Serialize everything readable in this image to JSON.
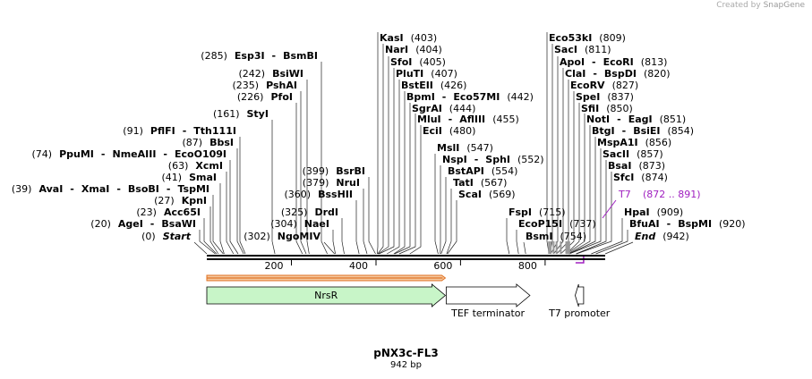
{
  "watermark": {
    "prefix": "Created by",
    "brand": "SnapGene"
  },
  "plasmid": {
    "name": "pNX3c-FL3",
    "length_label": "942 bp"
  },
  "colors": {
    "nrsr_fill": "#c8f5c8",
    "orf_fill": "#f5c9a0",
    "orf_stroke": "#e07020",
    "t7_purple": "#a020c0"
  },
  "ruler": {
    "total": 942,
    "ticks": [
      "200",
      "400",
      "600",
      "800"
    ]
  },
  "features": [
    {
      "name": "NrsR",
      "start": 1,
      "end": 564,
      "direction": "right",
      "label_position": "inside"
    },
    {
      "name": "TEF terminator",
      "start": 567,
      "end": 764,
      "direction": "right",
      "label_position": "below"
    },
    {
      "name": "T7 promoter",
      "start": 872,
      "end": 891,
      "direction": "left",
      "label_position": "below"
    }
  ],
  "orf": {
    "start": 1,
    "end": 564
  },
  "sites": [
    {
      "pos": 0,
      "pos_label": "(0)",
      "parts": [
        "Start"
      ],
      "style": "start"
    },
    {
      "pos": 20,
      "pos_label": "(20)",
      "parts": [
        "AgeI",
        "BsaWI"
      ]
    },
    {
      "pos": 23,
      "pos_label": "(23)",
      "parts": [
        "Acc65I"
      ]
    },
    {
      "pos": 27,
      "pos_label": "(27)",
      "parts": [
        "KpnI"
      ]
    },
    {
      "pos": 39,
      "pos_label": "(39)",
      "parts": [
        "AvaI",
        "XmaI",
        "BsoBI",
        "TspMI"
      ]
    },
    {
      "pos": 41,
      "pos_label": "(41)",
      "parts": [
        "SmaI"
      ]
    },
    {
      "pos": 63,
      "pos_label": "(63)",
      "parts": [
        "XcmI"
      ]
    },
    {
      "pos": 74,
      "pos_label": "(74)",
      "parts": [
        "PpuMI",
        "NmeAIII",
        "EcoO109I"
      ]
    },
    {
      "pos": 87,
      "pos_label": "(87)",
      "parts": [
        "BbsI"
      ]
    },
    {
      "pos": 91,
      "pos_label": "(91)",
      "parts": [
        "PflFI",
        "Tth111I"
      ]
    },
    {
      "pos": 161,
      "pos_label": "(161)",
      "parts": [
        "StyI"
      ]
    },
    {
      "pos": 226,
      "pos_label": "(226)",
      "parts": [
        "PfoI"
      ]
    },
    {
      "pos": 235,
      "pos_label": "(235)",
      "parts": [
        "PshAI"
      ]
    },
    {
      "pos": 242,
      "pos_label": "(242)",
      "parts": [
        "BsiWI"
      ]
    },
    {
      "pos": 285,
      "pos_label": "(285)",
      "parts": [
        "Esp3I",
        "BsmBI"
      ]
    },
    {
      "pos": 302,
      "pos_label": "(302)",
      "parts": [
        "NgoMIV"
      ]
    },
    {
      "pos": 304,
      "pos_label": "(304)",
      "parts": [
        "NaeI"
      ]
    },
    {
      "pos": 325,
      "pos_label": "(325)",
      "parts": [
        "DrdI"
      ]
    },
    {
      "pos": 360,
      "pos_label": "(360)",
      "parts": [
        "BssHII"
      ]
    },
    {
      "pos": 379,
      "pos_label": "(379)",
      "parts": [
        "NruI"
      ]
    },
    {
      "pos": 399,
      "pos_label": "(399)",
      "parts": [
        "BsrBI"
      ]
    },
    {
      "pos": 403,
      "pos_label": "(403)",
      "parts": [
        "KasI"
      ]
    },
    {
      "pos": 404,
      "pos_label": "(404)",
      "parts": [
        "NarI"
      ]
    },
    {
      "pos": 405,
      "pos_label": "(405)",
      "parts": [
        "SfoI"
      ]
    },
    {
      "pos": 407,
      "pos_label": "(407)",
      "parts": [
        "PluTI"
      ]
    },
    {
      "pos": 426,
      "pos_label": "(426)",
      "parts": [
        "BstEII"
      ]
    },
    {
      "pos": 442,
      "pos_label": "(442)",
      "parts": [
        "BpmI",
        "Eco57MI"
      ]
    },
    {
      "pos": 444,
      "pos_label": "(444)",
      "parts": [
        "SgrAI"
      ]
    },
    {
      "pos": 455,
      "pos_label": "(455)",
      "parts": [
        "MluI",
        "AflIII"
      ]
    },
    {
      "pos": 480,
      "pos_label": "(480)",
      "parts": [
        "EciI"
      ]
    },
    {
      "pos": 547,
      "pos_label": "(547)",
      "parts": [
        "MslI"
      ]
    },
    {
      "pos": 552,
      "pos_label": "(552)",
      "parts": [
        "NspI",
        "SphI"
      ]
    },
    {
      "pos": 554,
      "pos_label": "(554)",
      "parts": [
        "BstAPI"
      ]
    },
    {
      "pos": 567,
      "pos_label": "(567)",
      "parts": [
        "TatI"
      ]
    },
    {
      "pos": 569,
      "pos_label": "(569)",
      "parts": [
        "ScaI"
      ]
    },
    {
      "pos": 715,
      "pos_label": "(715)",
      "parts": [
        "FspI"
      ]
    },
    {
      "pos": 737,
      "pos_label": "(737)",
      "parts": [
        "EcoP15I"
      ]
    },
    {
      "pos": 754,
      "pos_label": "(754)",
      "parts": [
        "BsmI"
      ]
    },
    {
      "pos": 809,
      "pos_label": "(809)",
      "parts": [
        "Eco53kI"
      ]
    },
    {
      "pos": 811,
      "pos_label": "(811)",
      "parts": [
        "SacI"
      ]
    },
    {
      "pos": 813,
      "pos_label": "(813)",
      "parts": [
        "ApoI",
        "EcoRI"
      ]
    },
    {
      "pos": 820,
      "pos_label": "(820)",
      "parts": [
        "ClaI",
        "BspDI"
      ]
    },
    {
      "pos": 827,
      "pos_label": "(827)",
      "parts": [
        "EcoRV"
      ]
    },
    {
      "pos": 837,
      "pos_label": "(837)",
      "parts": [
        "SpeI"
      ]
    },
    {
      "pos": 850,
      "pos_label": "(850)",
      "parts": [
        "SfiI"
      ]
    },
    {
      "pos": 851,
      "pos_label": "(851)",
      "parts": [
        "NotI",
        "EagI"
      ]
    },
    {
      "pos": 854,
      "pos_label": "(854)",
      "parts": [
        "BtgI",
        "BsiEI"
      ]
    },
    {
      "pos": 856,
      "pos_label": "(856)",
      "parts": [
        "MspA1I"
      ]
    },
    {
      "pos": 857,
      "pos_label": "(857)",
      "parts": [
        "SacII"
      ]
    },
    {
      "pos": 873,
      "pos_label": "(873)",
      "parts": [
        "BsaI"
      ]
    },
    {
      "pos": 874,
      "pos_label": "(874)",
      "parts": [
        "SfcI"
      ]
    },
    {
      "pos": 909,
      "pos_label": "(909)",
      "parts": [
        "HpaI"
      ]
    },
    {
      "pos": 920,
      "pos_label": "(920)",
      "parts": [
        "BfuAI",
        "BspMI"
      ]
    },
    {
      "pos": 942,
      "pos_label": "(942)",
      "parts": [
        "End"
      ],
      "style": "end"
    }
  ],
  "primer": {
    "name": "T7",
    "pos_label": "(872 .. 891)",
    "start": 872,
    "end": 891
  }
}
